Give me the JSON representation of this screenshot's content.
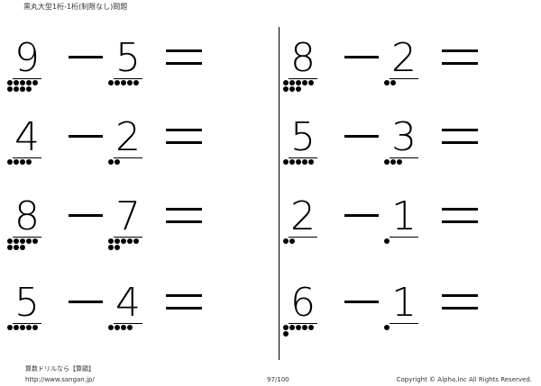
{
  "header": {
    "title": "黒丸大型1桁-1桁(制限なし)問題"
  },
  "problems": [
    {
      "a": "9",
      "b": "5",
      "a_dots": 9,
      "b_dots": 5,
      "minus": "−",
      "equals": "="
    },
    {
      "a": "8",
      "b": "2",
      "a_dots": 8,
      "b_dots": 2,
      "minus": "−",
      "equals": "="
    },
    {
      "a": "4",
      "b": "2",
      "a_dots": 4,
      "b_dots": 2,
      "minus": "−",
      "equals": "="
    },
    {
      "a": "5",
      "b": "3",
      "a_dots": 5,
      "b_dots": 3,
      "minus": "−",
      "equals": "="
    },
    {
      "a": "8",
      "b": "7",
      "a_dots": 8,
      "b_dots": 7,
      "minus": "−",
      "equals": "="
    },
    {
      "a": "2",
      "b": "1",
      "a_dots": 2,
      "b_dots": 1,
      "minus": "−",
      "equals": "="
    },
    {
      "a": "5",
      "b": "4",
      "a_dots": 5,
      "b_dots": 4,
      "minus": "−",
      "equals": "="
    },
    {
      "a": "6",
      "b": "1",
      "a_dots": 6,
      "b_dots": 1,
      "minus": "−",
      "equals": "="
    }
  ],
  "footer": {
    "site_name": "算数ドリルなら【算願】",
    "url": "http://www.sangan.jp/",
    "page": "97/100",
    "copyright": "Copyright © Alpha,Inc All Rights Reserved."
  }
}
